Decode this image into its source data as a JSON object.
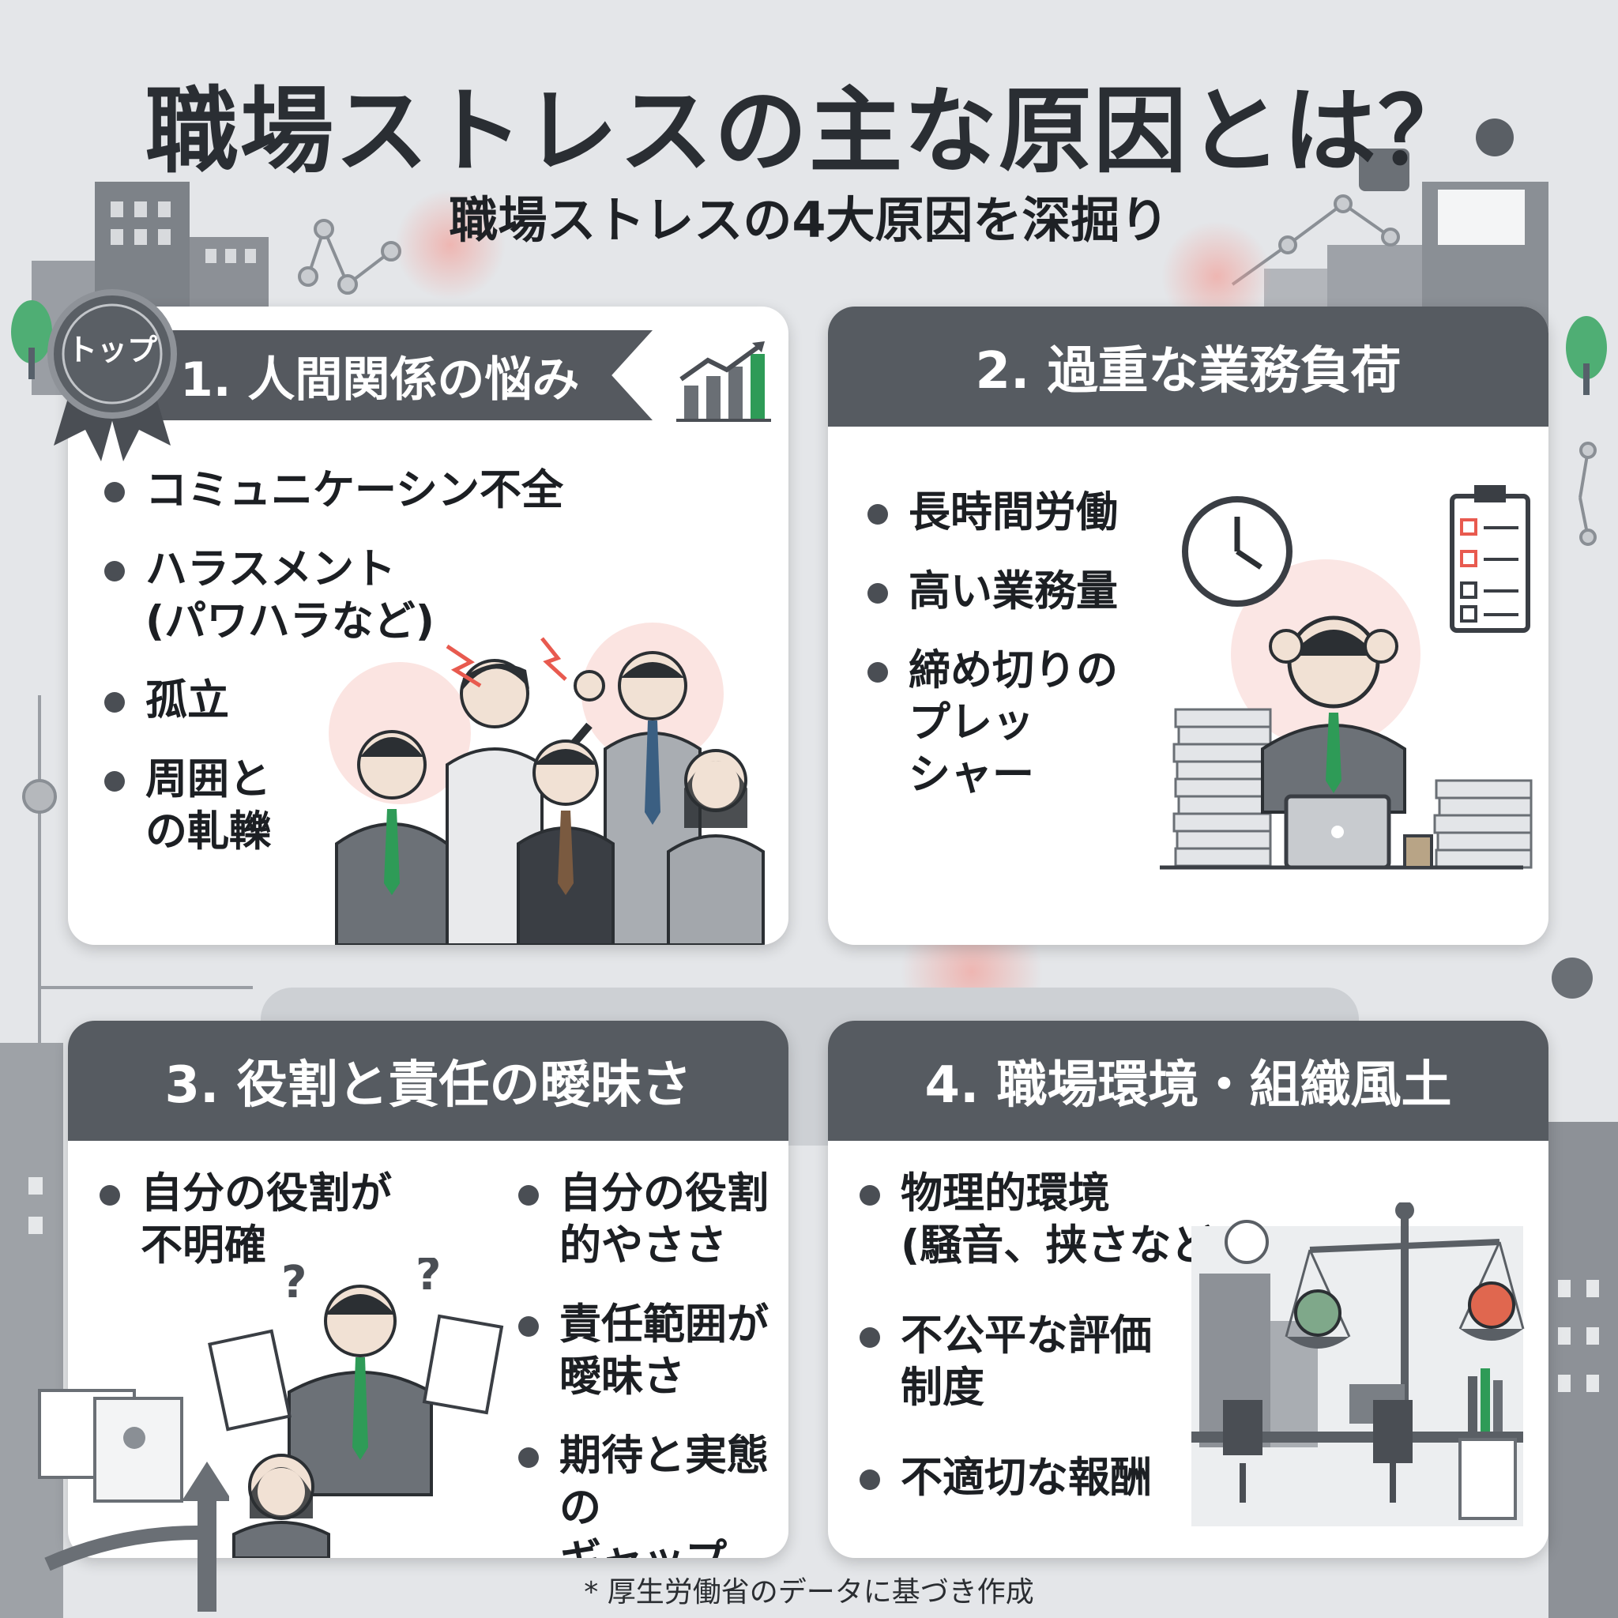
{
  "title": "職場ストレスの主な原因とは？",
  "subtitle": "職場ストレスの4大原因を深掘り",
  "badge": "トップ",
  "cards": [
    {
      "heading": "1. 人間関係の悩み",
      "bullets": [
        "コミュニケーシン不全",
        "ハラスメント\n(パワハラなど)",
        "孤立",
        "周囲と\nの軋轢"
      ]
    },
    {
      "heading": "2. 過重な業務負荷",
      "bullets": [
        "長時間労働",
        "高い業務量",
        "締め切りの\nプレッ\nシャー"
      ]
    },
    {
      "heading": "3. 役割と責任の曖昧さ",
      "bullets_left": [
        "自分の役割が\n不明確"
      ],
      "bullets_right": [
        "自分の役割\n的やささ",
        "責任範囲が\n曖昧さ",
        "期待と実態の\nギャップ"
      ]
    },
    {
      "heading": "4. 職場環境・組織風土",
      "bullets": [
        "物理的環境\n(騒音、挟さなど)",
        "不公平な評価\n制度",
        "不適切な報酬"
      ]
    }
  ],
  "footnote": "* 厚生労働省のデータに基づき作成",
  "colors": {
    "header": "#565b61",
    "accent_green": "#2e9b57",
    "stress_red": "#e85a4f",
    "background": "#e4e6e9"
  }
}
